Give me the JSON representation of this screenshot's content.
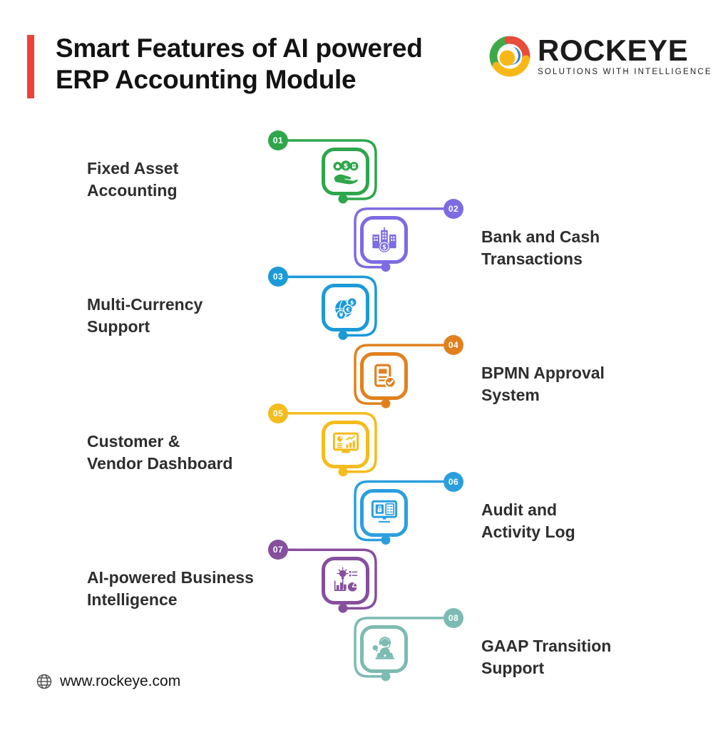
{
  "header": {
    "title_line1": "Smart Features of AI powered",
    "title_line2": "ERP Accounting Module",
    "accent_color": "#EF4136"
  },
  "logo": {
    "name": "ROCKEYE",
    "tagline": "SOLUTIONS WITH INTELLIGENCE",
    "mark_colors": {
      "green": "#3FA948",
      "red": "#E74C3C",
      "yellow": "#F7B817",
      "blue": "#2C7FD4"
    }
  },
  "items": [
    {
      "number": "01",
      "label_lines": [
        "Fixed Asset",
        "Accounting"
      ],
      "side": "left",
      "color": "#2EA64B",
      "icon": "asset-hand-icon"
    },
    {
      "number": "02",
      "label_lines": [
        "Bank and Cash",
        "Transactions"
      ],
      "side": "right",
      "color": "#7D6BE3",
      "icon": "bank-building-icon"
    },
    {
      "number": "03",
      "label_lines": [
        "Multi-Currency",
        "Support"
      ],
      "side": "left",
      "color": "#1B9AD7",
      "icon": "globe-currency-icon"
    },
    {
      "number": "04",
      "label_lines": [
        "BPMN Approval",
        "System"
      ],
      "side": "right",
      "color": "#E0811F",
      "icon": "document-check-icon"
    },
    {
      "number": "05",
      "label_lines": [
        "Customer &",
        "Vendor Dashboard"
      ],
      "side": "left",
      "color": "#F4BC1C",
      "icon": "dashboard-monitor-icon"
    },
    {
      "number": "06",
      "label_lines": [
        "Audit and",
        "Activity Log"
      ],
      "side": "right",
      "color": "#2B9FDE",
      "icon": "audit-monitor-icon"
    },
    {
      "number": "07",
      "label_lines": [
        "AI-powered Business",
        "Intelligence"
      ],
      "side": "left",
      "color": "#864F9E",
      "icon": "bi-insight-icon"
    },
    {
      "number": "08",
      "label_lines": [
        "GAAP Transition",
        "Support"
      ],
      "side": "right",
      "color": "#7CBBB2",
      "icon": "support-agent-icon"
    }
  ],
  "footer": {
    "url": "www.rockeye.com",
    "icon": "globe-icon"
  }
}
